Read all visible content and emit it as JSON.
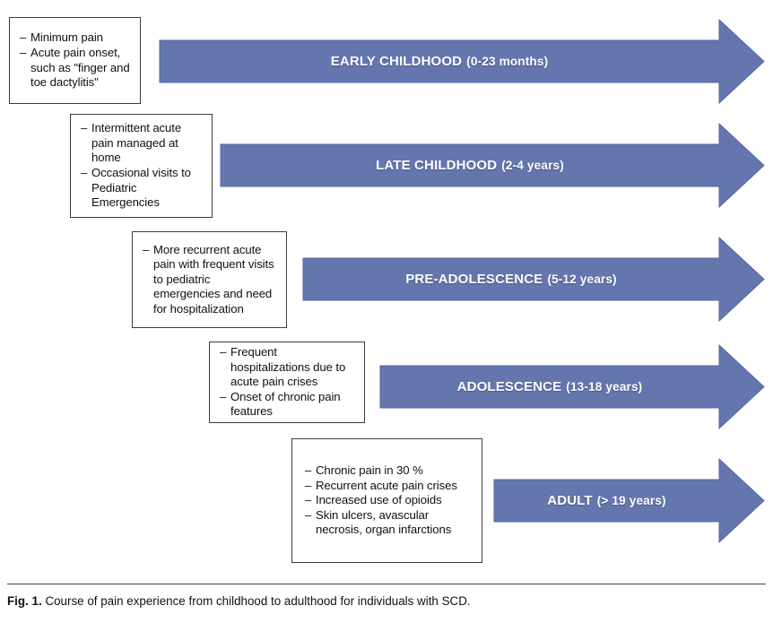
{
  "figure": {
    "caption_label": "Fig. 1.",
    "caption_text": "Course of pain experience from childhood to adulthood for individuals with SCD.",
    "arrow_color": "#6476ad",
    "arrow_edge_color": "#5569a4",
    "box_border_color": "#3c3c3c",
    "label_text_color": "#ffffff"
  },
  "stages": [
    {
      "id": "early-childhood",
      "arrow_label": "EARLY CHILDHOOD",
      "arrow_age": "(0-23 months)",
      "bullets": [
        "Minimum pain",
        "Acute pain onset, such as \"finger and toe dactylitis\""
      ]
    },
    {
      "id": "late-childhood",
      "arrow_label": "LATE CHILDHOOD",
      "arrow_age": "(2-4 years)",
      "bullets": [
        "Intermittent acute pain managed at home",
        "Occasional visits to Pediatric Emergencies"
      ]
    },
    {
      "id": "pre-adolescence",
      "arrow_label": "PRE-ADOLESCENCE",
      "arrow_age": "(5-12 years)",
      "bullets": [
        "More recurrent acute pain with frequent visits to pediatric emergencies and need for hospitalization"
      ]
    },
    {
      "id": "adolescence",
      "arrow_label": "ADOLESCENCE",
      "arrow_age": "(13-18 years)",
      "bullets": [
        "Frequent hospitalizations due to acute pain crises",
        "Onset of chronic pain features"
      ]
    },
    {
      "id": "adult",
      "arrow_label": "ADULT",
      "arrow_age": "(> 19 years)",
      "bullets": [
        "Chronic pain in 30 %",
        "Recurrent acute pain crises",
        "Increased use of opioids",
        "Skin ulcers, avascular necrosis, organ infarctions"
      ]
    }
  ]
}
